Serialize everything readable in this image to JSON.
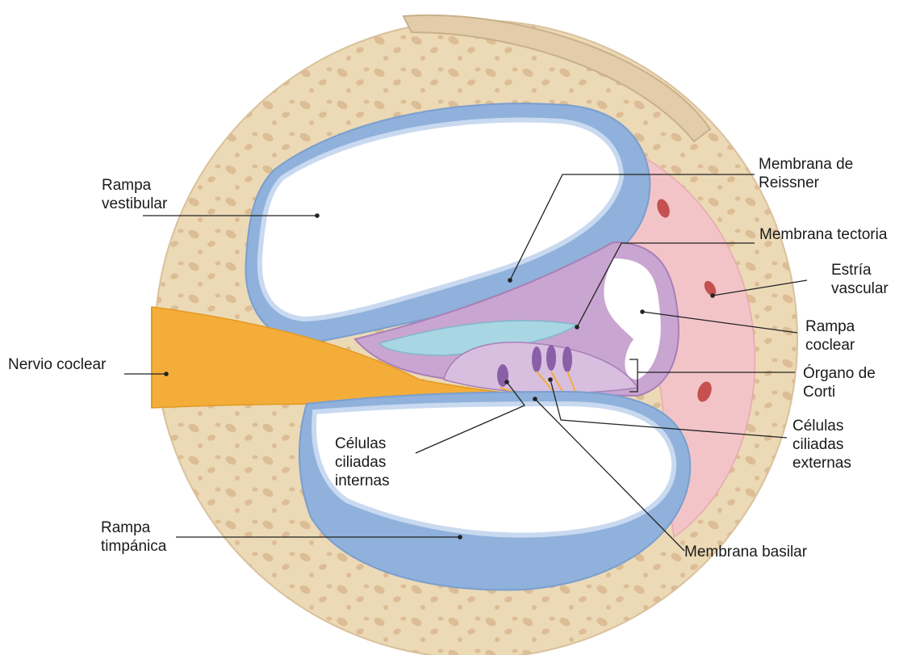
{
  "labels": {
    "rampa_vestibular": [
      "Rampa",
      "vestibular"
    ],
    "membrana_reissner": [
      "Membrana de",
      "Reissner"
    ],
    "membrana_tectoria": [
      "Membrana tectoria"
    ],
    "estria_vascular": [
      "Estría",
      "vascular"
    ],
    "rampa_coclear": [
      "Rampa",
      "coclear"
    ],
    "nervio_coclear": [
      "Nervio coclear"
    ],
    "organo_corti": [
      "Órgano de",
      "Corti"
    ],
    "celulas_ciliadas_externas": [
      "Células",
      "ciliadas",
      "externas"
    ],
    "celulas_ciliadas_internas": [
      "Células",
      "ciliadas",
      "internas"
    ],
    "rampa_timpanica": [
      "Rampa",
      "timpánica"
    ],
    "membrana_basilar": [
      "Membrana basilar"
    ]
  },
  "colors": {
    "bone": "#ecd9b6",
    "bone_pore": "#d9b98f",
    "scala_lining": "#8fb1db",
    "scala_cells": "#c8d9f0",
    "stria": "#f2c4c8",
    "duct": "#c9a5d1",
    "tectorial": "#a9d6e3",
    "nerve": "#f5ad3a",
    "cell": "#8b5fa8",
    "vessel": "#c4504f"
  }
}
